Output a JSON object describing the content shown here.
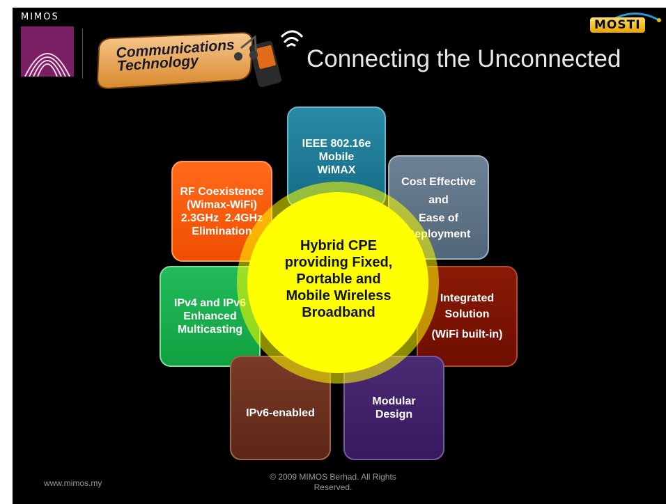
{
  "logos": {
    "mimos": "MIMOS",
    "badge_line1": "Communications",
    "badge_line2": "Technology",
    "mosti": "MOSTI"
  },
  "title": "Connecting the Unconnected",
  "center": {
    "lines": [
      "Hybrid CPE",
      "providing Fixed,",
      "Portable and",
      "Mobile Wireless",
      "Broadband"
    ]
  },
  "tiles": {
    "ieee": [
      "IEEE 802.16e",
      "Mobile",
      "WiMAX"
    ],
    "rf": [
      "RF Coexistence",
      "(Wimax-WiFi)",
      "2.3GHz  2.4GHz",
      "Elimination"
    ],
    "cost": [
      "Cost Effective",
      "and",
      "Ease of",
      "Deployment"
    ],
    "ipv4": [
      "IPv4 and IPv6",
      "Enhanced",
      "Multicasting"
    ],
    "integrated": [
      "Integrated",
      "Solution",
      "(WiFi built-in)"
    ],
    "ipv6": [
      "IPv6-enabled"
    ],
    "modular": [
      "Modular",
      "Design"
    ]
  },
  "footer": {
    "website": "www.mimos.my",
    "copyright_line1": "© 2009 MIMOS Berhad. All Rights",
    "copyright_line2": "Reserved."
  },
  "colors": {
    "background": "#000000",
    "ieee": "#1e7b96",
    "rf": "#f55a0a",
    "cost": "#5e7286",
    "ipv4": "#18b04e",
    "integrated": "#7c1404",
    "ipv6": "#6a301e",
    "modular": "#422268",
    "center": "#ffff00"
  }
}
